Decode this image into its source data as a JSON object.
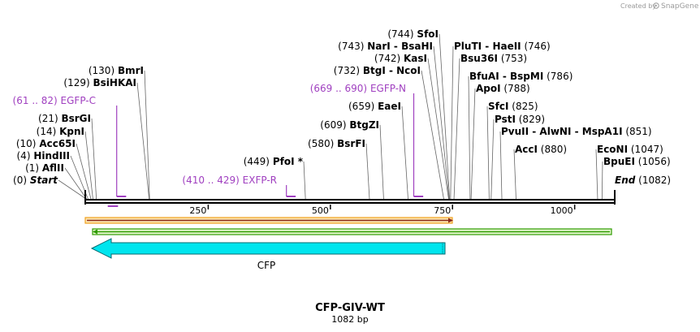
{
  "credit": {
    "prefix": "Created by",
    "brand": "SnapGene",
    "logo_icon": "snapgene-logo-icon"
  },
  "title": "CFP-GIV-WT",
  "length_label": "1082 bp",
  "total_bp": 1082,
  "scale_ticks": [
    "250",
    "500",
    "750",
    "1000"
  ],
  "scale_tick_positions": [
    250,
    500,
    750,
    1000
  ],
  "start_label": {
    "num": "(0)",
    "name": "Start",
    "pos": 0
  },
  "end_label": {
    "num": "(1082)",
    "name": "End",
    "pos": 1082
  },
  "enzymes_left": [
    {
      "num": "(130)",
      "name": "BmrI",
      "pos": 130
    },
    {
      "num": "(129)",
      "name": "BsiHKAI",
      "pos": 129
    },
    {
      "num": "(21)",
      "name": "BsrGI",
      "pos": 21
    },
    {
      "num": "(14)",
      "name": "KpnI",
      "pos": 14
    },
    {
      "num": "(10)",
      "name": "Acc65I",
      "pos": 10
    },
    {
      "num": "(4)",
      "name": "HindIII",
      "pos": 4
    },
    {
      "num": "(1)",
      "name": "AflII",
      "pos": 1
    }
  ],
  "enzymes_mid": [
    {
      "num": "(744)",
      "name": "SfoI",
      "pos": 744
    },
    {
      "num": "(743)",
      "name": "NarI  - BsaHI",
      "pos": 743
    },
    {
      "num": "(742)",
      "name": "KasI",
      "pos": 742
    },
    {
      "num": "(732)",
      "name": "BtgI  - NcoI",
      "pos": 732
    },
    {
      "num": "(659)",
      "name": "EaeI",
      "pos": 659
    },
    {
      "num": "(609)",
      "name": "BtgZI",
      "pos": 609
    },
    {
      "num": "(580)",
      "name": "BsrFI",
      "pos": 580
    },
    {
      "num": "(449)",
      "name": "PfoI *",
      "pos": 449
    }
  ],
  "enzymes_right": [
    {
      "name": "PluTI  - HaeII",
      "num": "(746)",
      "pos": 746
    },
    {
      "name": "Bsu36I",
      "num": "(753)",
      "pos": 753
    },
    {
      "name": "BfuAI  - BspMI",
      "num": "(786)",
      "pos": 786
    },
    {
      "name": "ApoI",
      "num": "(788)",
      "pos": 788
    },
    {
      "name": "SfcI",
      "num": "(825)",
      "pos": 825
    },
    {
      "name": "PstI",
      "num": "(829)",
      "pos": 829
    },
    {
      "name": "PvuII  - AlwNI  - MspA1I",
      "num": "(851)",
      "pos": 851
    },
    {
      "name": "AccI",
      "num": "(880)",
      "pos": 880
    },
    {
      "name": "EcoNI",
      "num": "(1047)",
      "pos": 1047
    },
    {
      "name": "BpuEI",
      "num": "(1056)",
      "pos": 1056
    }
  ],
  "primers": [
    {
      "range": "(61 .. 82)",
      "name": "EGFP-C",
      "start": 61,
      "end": 82,
      "dir": "forward"
    },
    {
      "range": "(669 .. 690)",
      "name": "EGFP-N",
      "start": 669,
      "end": 690,
      "dir": "forward"
    },
    {
      "range": "(410 .. 429)",
      "name": "EXFP-R",
      "start": 410,
      "end": 429,
      "dir": "reverse"
    }
  ],
  "features": [
    {
      "name": "CFP",
      "start": 0,
      "end": 720,
      "dir": "reverse",
      "color": "#00e5ee"
    }
  ],
  "colors": {
    "primer": "#a040c0",
    "feature_fill": "#00e5ee",
    "orf_forward": "#f0a020",
    "orf_reverse": "#2e9b00",
    "backbone": "#000000"
  }
}
